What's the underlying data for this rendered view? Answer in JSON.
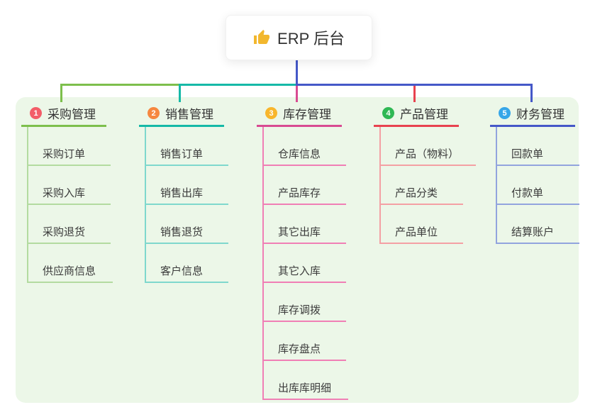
{
  "root": {
    "icon": "thumbs-up",
    "label": "ERP 后台"
  },
  "connector_color": "#4558c8",
  "panel_bg": "#ecf7e8",
  "branches": [
    {
      "badge": "1",
      "label": "采购管理",
      "colors": {
        "line": "#7dbf4c",
        "sub_line": "#b3dba0",
        "badge_bg": "#f35d68"
      },
      "items": [
        "采购订单",
        "采购入库",
        "采购退货",
        "供应商信息"
      ]
    },
    {
      "badge": "2",
      "label": "销售管理",
      "colors": {
        "line": "#16b9a7",
        "sub_line": "#7fd8cd",
        "badge_bg": "#f6873f"
      },
      "items": [
        "销售订单",
        "销售出库",
        "销售退货",
        "客户信息"
      ]
    },
    {
      "badge": "3",
      "label": "库存管理",
      "colors": {
        "line": "#d84b92",
        "sub_line": "#f07fb5",
        "badge_bg": "#f8b62c"
      },
      "items": [
        "仓库信息",
        "产品库存",
        "其它出库",
        "其它入库",
        "库存调拨",
        "库存盘点",
        "出库库明细"
      ]
    },
    {
      "badge": "4",
      "label": "产品管理",
      "colors": {
        "line": "#e8424f",
        "sub_line": "#f4a0a4",
        "badge_bg": "#2fb854"
      },
      "items": [
        "产品（物料）",
        "产品分类",
        "产品单位"
      ]
    },
    {
      "badge": "5",
      "label": "财务管理",
      "colors": {
        "line": "#4558c8",
        "sub_line": "#92a4de",
        "badge_bg": "#36a6e8"
      },
      "items": [
        "回款单",
        "付款单",
        "结算账户"
      ]
    }
  ]
}
